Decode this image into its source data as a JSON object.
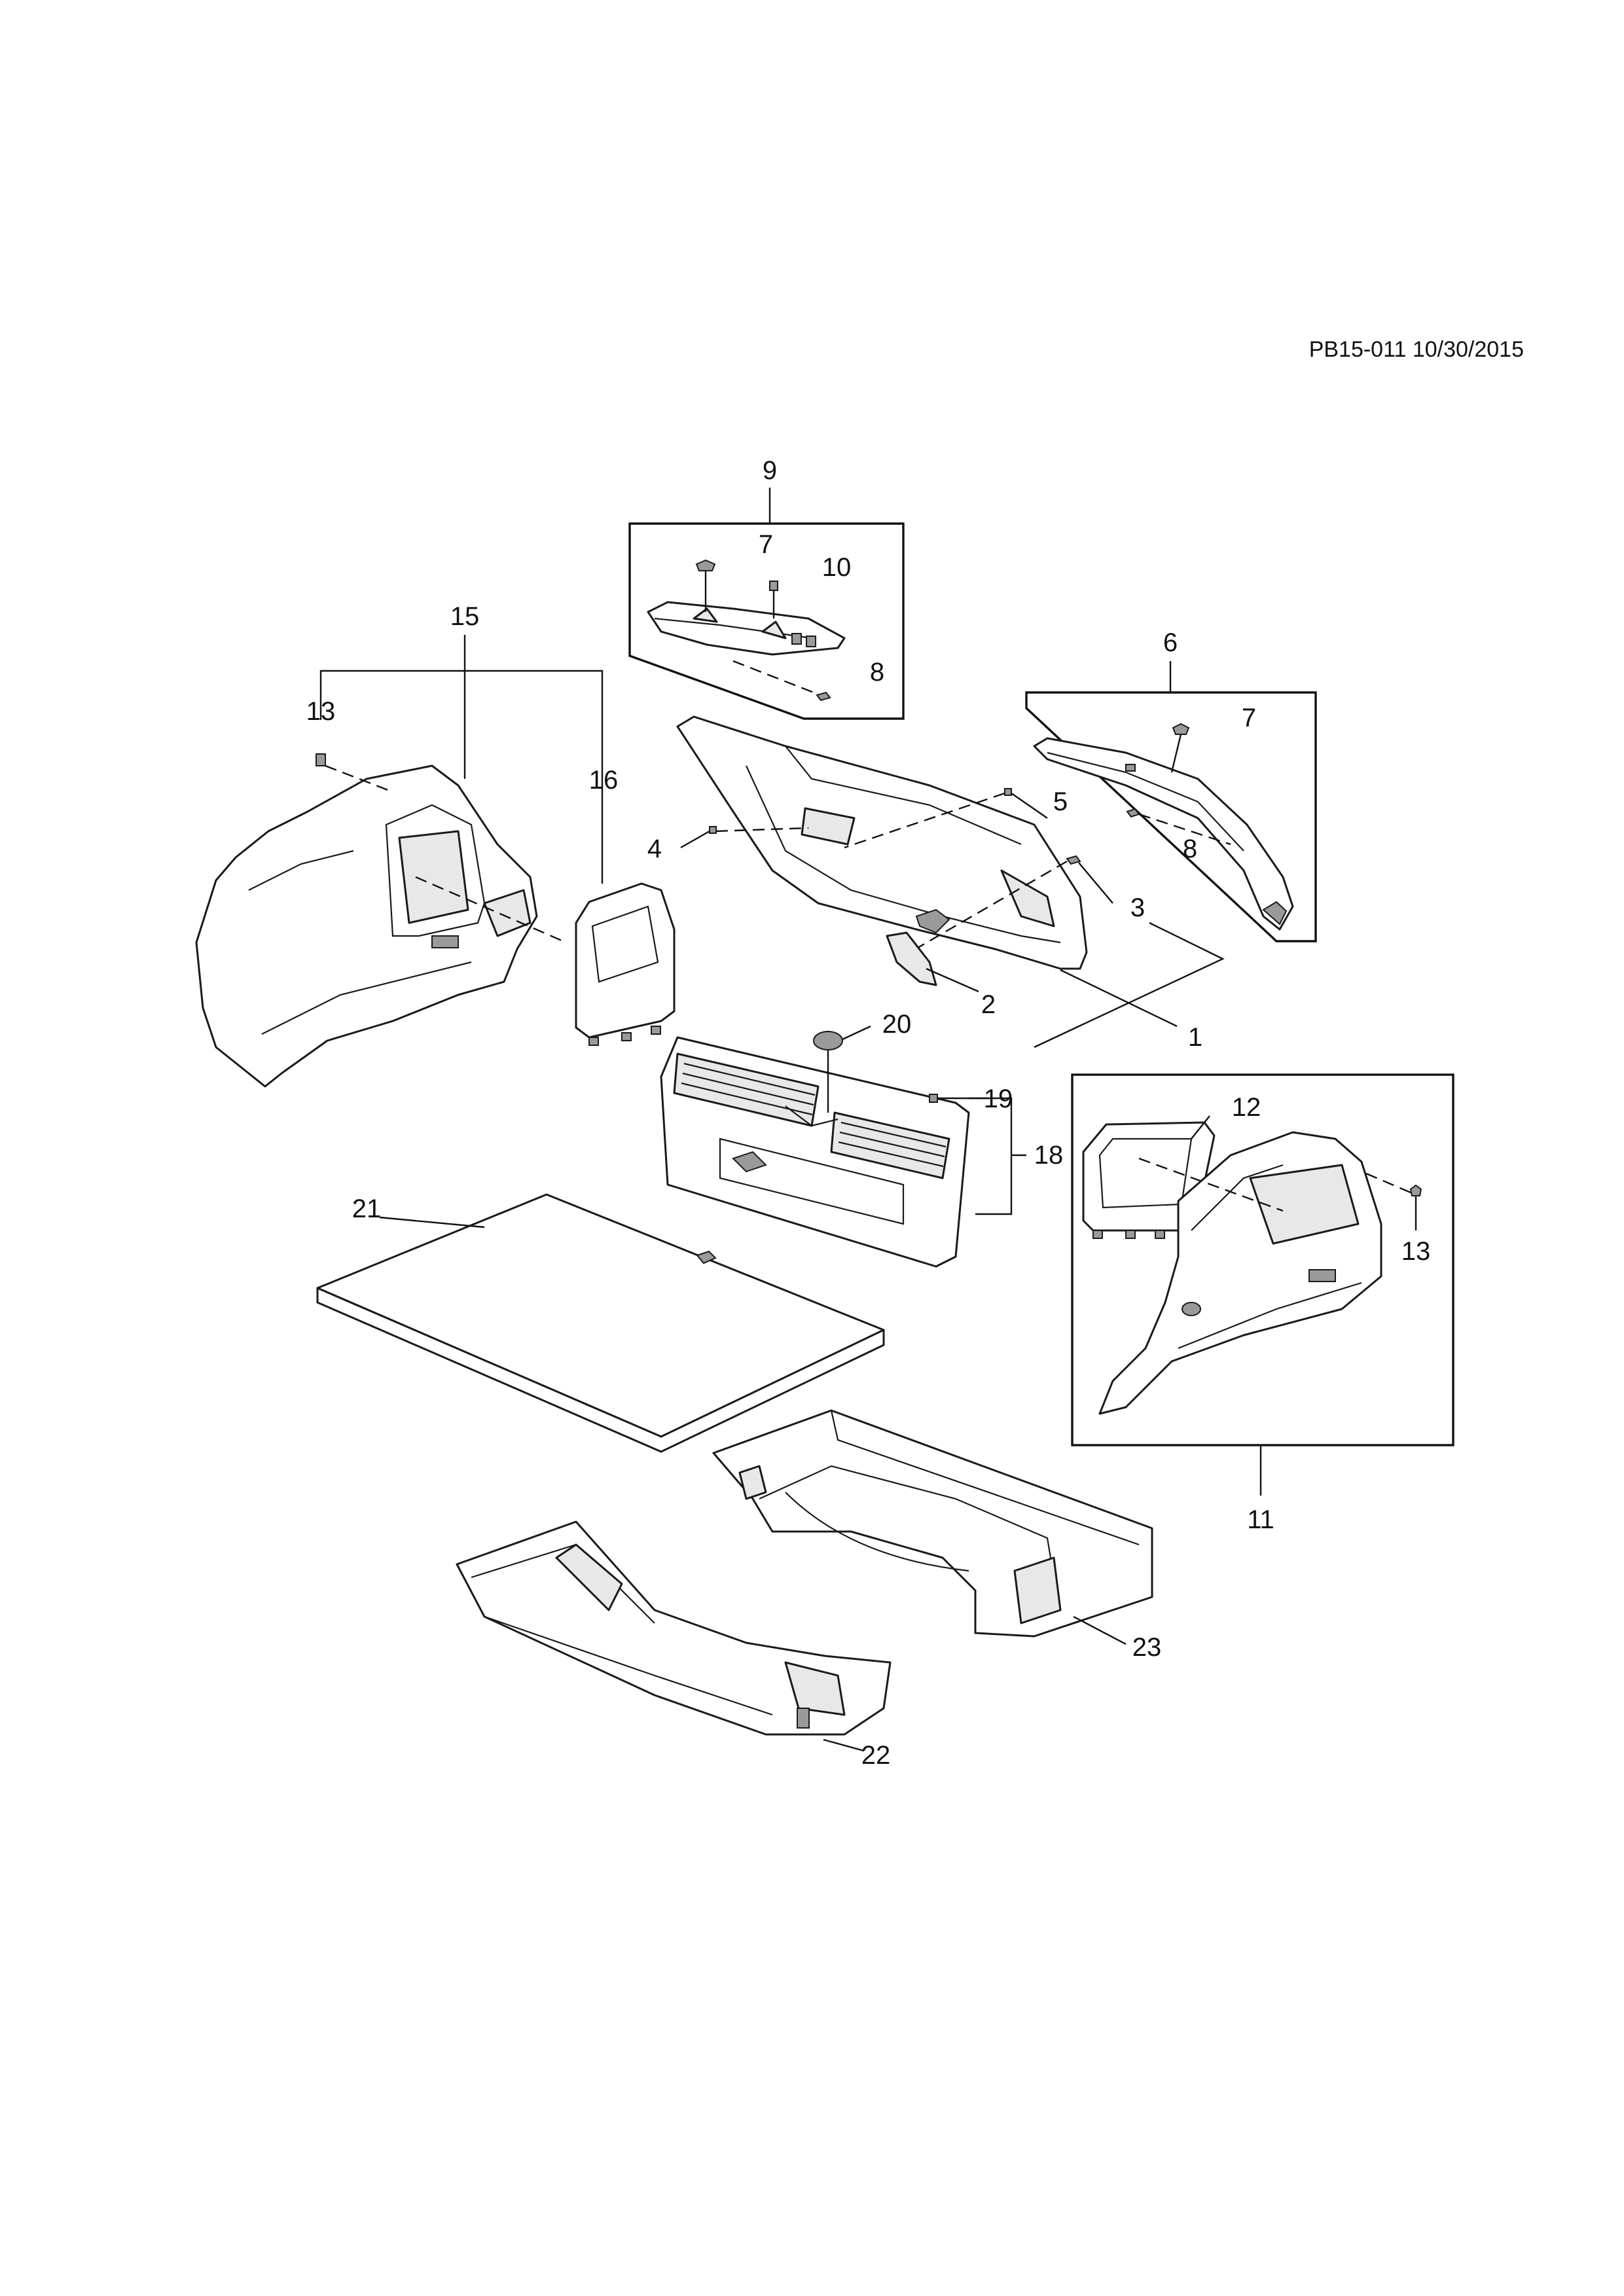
{
  "header": {
    "ref": "PB15-011 10/30/2015"
  },
  "callouts": {
    "c1": "1",
    "c2": "2",
    "c3": "3",
    "c4": "4",
    "c5": "5",
    "c6": "6",
    "c7a": "7",
    "c7b": "7",
    "c8a": "8",
    "c8b": "8",
    "c9": "9",
    "c10": "10",
    "c11": "11",
    "c12": "12",
    "c13a": "13",
    "c13b": "13",
    "c15": "15",
    "c16": "16",
    "c18": "18",
    "c19": "19",
    "c20": "20",
    "c21": "21",
    "c22": "22",
    "c23": "23"
  }
}
